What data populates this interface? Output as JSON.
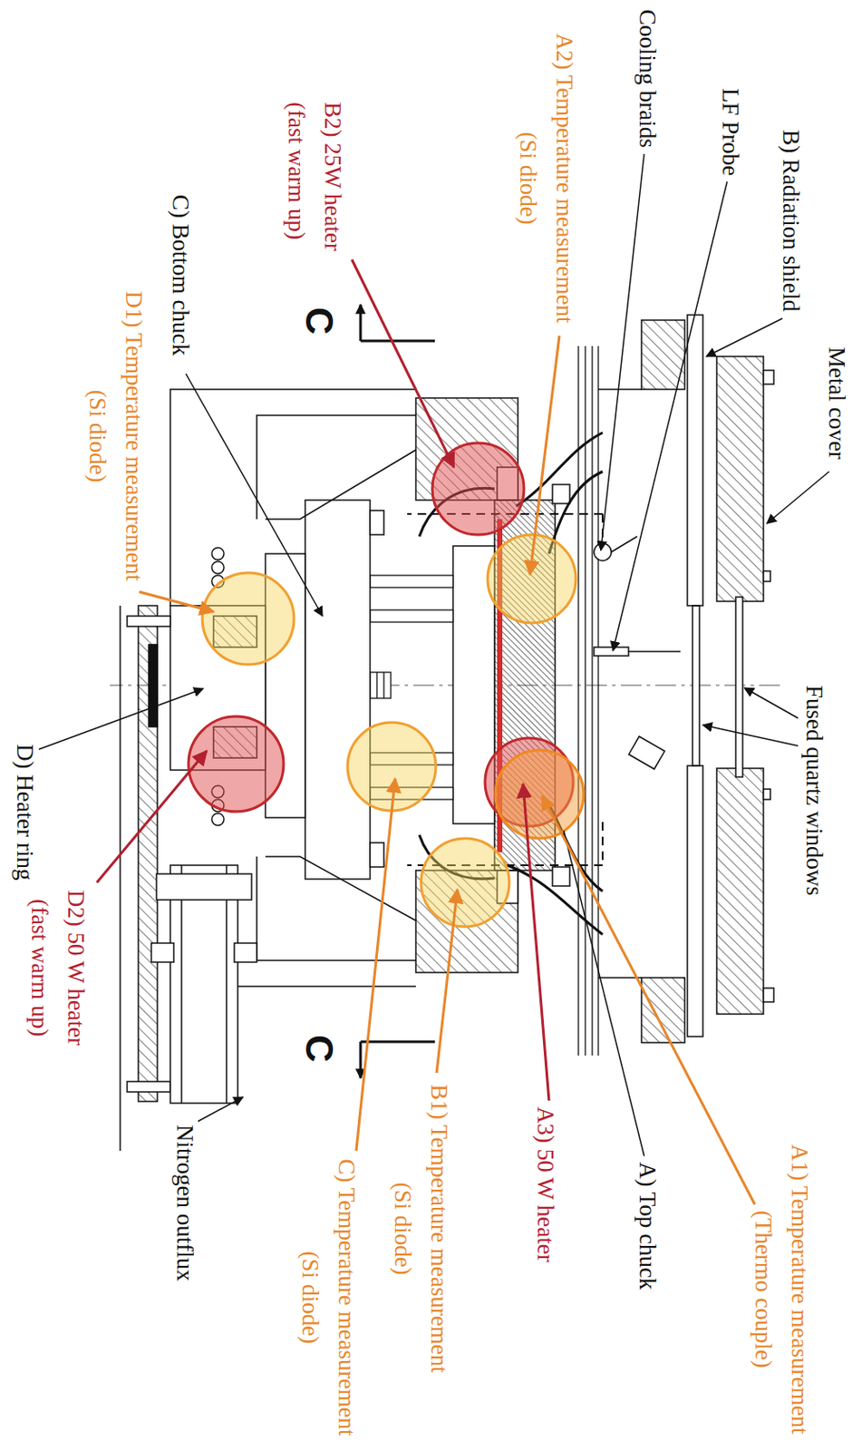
{
  "diagram": {
    "labels": [
      "Metal cover",
      "B) Radiation shield",
      "LF Probe",
      "Cooling braids",
      "A2) Temperature measurement (Si diode)",
      "Fused quartz windows",
      "A1) Temperature measurement (Thermo couple)",
      "A) Top chuck",
      "A3) 50 W heater",
      "B1) Temperature measurement (Si diode)",
      "B2) 25W heater (fast warm up)",
      "C",
      "C",
      "C) Temperature measurement (Si diode)",
      "C) Bottom chuck",
      "D1) Temperature measurement (Si diode)",
      "Nitrogen outflux",
      "D) Heater ring",
      "D2) 50 W heater (fast warm up)"
    ]
  }
}
